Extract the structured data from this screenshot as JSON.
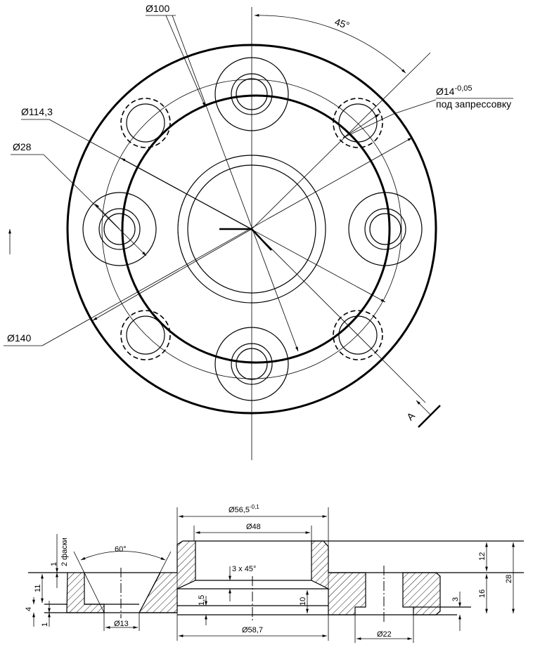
{
  "top_view": {
    "dim_d100": "Ø100",
    "dim_d114": "Ø114,3",
    "dim_d28": "Ø28",
    "dim_d140": "Ø140",
    "angle_45": "45°",
    "dim_d14": "Ø14",
    "dim_d14_tol": "-0,05",
    "press_fit_note": "под запрессовку",
    "section_label": "А"
  },
  "section_view": {
    "dim_d565": "Ø56,5",
    "dim_d565_tol": "-0,1",
    "dim_d48": "Ø48",
    "angle_60": "60°",
    "chamfer_note": "2 фаски",
    "dim_1_top": "1",
    "dim_11": "11",
    "dim_4": "4",
    "dim_1_bottom": "1",
    "dim_d13": "Ø13",
    "chamfer_3x45": "3 x 45°",
    "dim_15": "1,5",
    "dim_10": "10",
    "dim_d587": "Ø58,7",
    "dim_12": "12",
    "dim_16": "16",
    "dim_28": "28",
    "dim_3": "3",
    "dim_d22": "Ø22"
  }
}
